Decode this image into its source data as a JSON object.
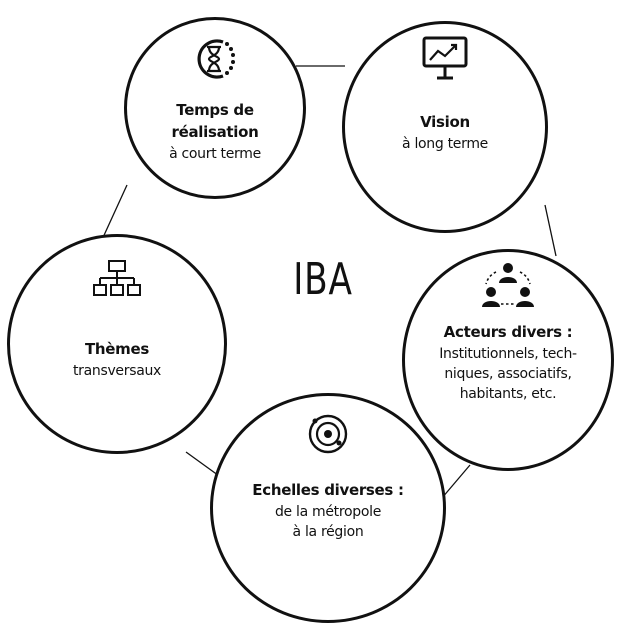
{
  "center": {
    "label": "IBA"
  },
  "nodes": [
    {
      "id": "temps",
      "icon": "hourglass-clock-icon",
      "title_lines": [
        "Temps de",
        "réalisation"
      ],
      "subtitle_lines": [
        "à court terme"
      ]
    },
    {
      "id": "vision",
      "icon": "presentation-chart-icon",
      "title_lines": [
        "Vision"
      ],
      "subtitle_lines": [
        "à long terme"
      ]
    },
    {
      "id": "acteurs",
      "icon": "people-group-icon",
      "title_lines": [
        "Acteurs divers :"
      ],
      "subtitle_lines": [
        "Institutionnels, tech-",
        "niques, associatifs,",
        "habitants, etc."
      ]
    },
    {
      "id": "echelles",
      "icon": "orbit-target-icon",
      "title_lines": [
        "Echelles diverses :"
      ],
      "subtitle_lines": [
        "de la métropole",
        "à la région"
      ]
    },
    {
      "id": "themes",
      "icon": "hierarchy-icon",
      "title_lines": [
        "Thèmes"
      ],
      "subtitle_lines": [
        "transversaux"
      ]
    }
  ],
  "colors": {
    "stroke": "#111111",
    "background": "#ffffff"
  }
}
